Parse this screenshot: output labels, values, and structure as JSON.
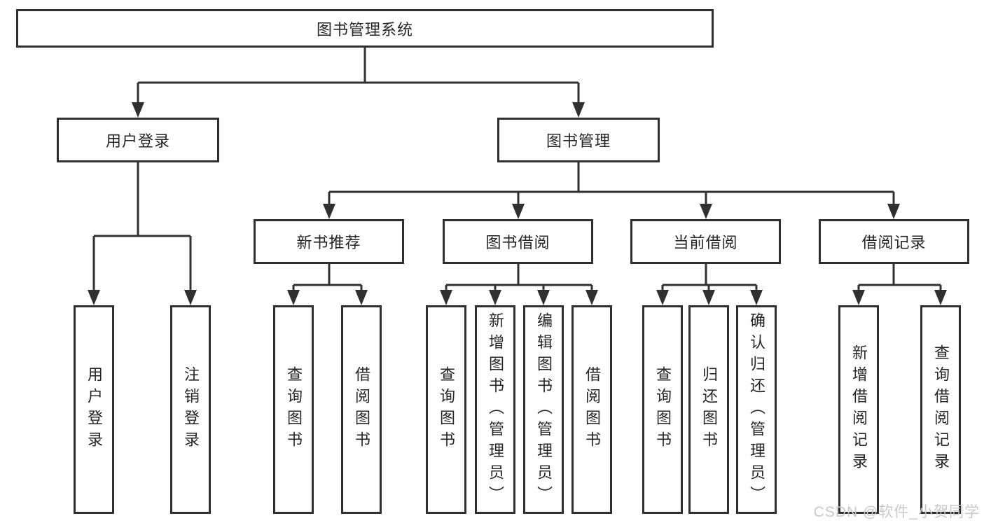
{
  "diagram": {
    "type": "hierarchy",
    "line_color": "#303030",
    "box_border_color": "#2f2f2f",
    "tree": {
      "root": "图书管理系统",
      "children": [
        {
          "label": "用户登录",
          "children": [
            "用户登录",
            "注销登录"
          ]
        },
        {
          "label": "图书管理",
          "children": [
            {
              "label": "新书推荐",
              "children": [
                "查询图书",
                "借阅图书"
              ]
            },
            {
              "label": "图书借阅",
              "children": [
                "查询图书",
                "新增图书（管理员）",
                "编辑图书（管理员）",
                "借阅图书"
              ]
            },
            {
              "label": "当前借阅",
              "children": [
                "查询图书",
                "归还图书",
                "确认归还（管理员）"
              ]
            },
            {
              "label": "借阅记录",
              "children": [
                "新增借阅记录",
                "查询借阅记录"
              ]
            }
          ]
        }
      ]
    }
  },
  "watermark": {
    "text": "CSDN @软件_小贺同学",
    "color": "#c9c9c9"
  }
}
